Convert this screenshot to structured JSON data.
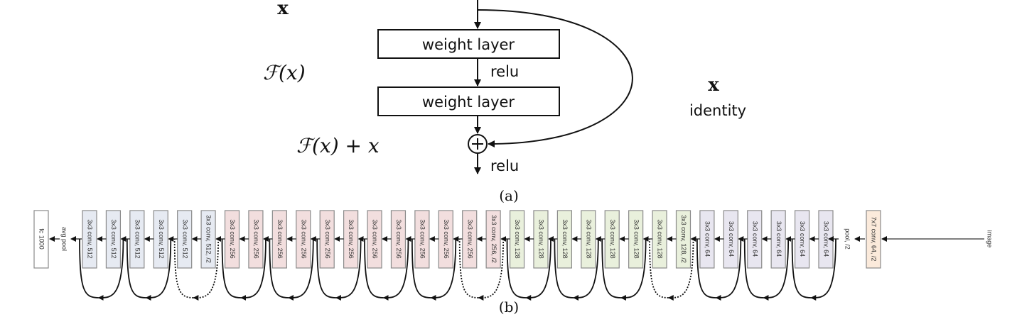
{
  "panel_a": {
    "input_label": "x",
    "layers": [
      {
        "label": "weight layer"
      },
      {
        "label": "weight layer"
      }
    ],
    "relu_mid": "relu",
    "relu_out": "relu",
    "residual_label": "ℱ(x)",
    "sum_label": "ℱ(x) + x",
    "skip_label_x": "x",
    "skip_label_identity": "identity",
    "add_symbol": "+",
    "caption": "(a)"
  },
  "panel_b": {
    "caption": "(b)",
    "input_label": "image",
    "stem": {
      "label": "7x7 conv, 64, /2",
      "color": "#fbeadb"
    },
    "pool_label": "pool, /2",
    "avgpool_label": "avg pool",
    "fc": {
      "label": "fc 1000",
      "color": "#ffffff"
    },
    "colors": {
      "stage64": "#e8e6f0",
      "stage128": "#e9f0dc",
      "stage256": "#f2dede",
      "stage512": "#e6eaf2",
      "border": "#8a8a8a",
      "arrow": "#111111"
    },
    "blocks_right_to_left": [
      {
        "label": "3x3 conv, 64",
        "stage": "stage64"
      },
      {
        "label": "3x3 conv, 64",
        "stage": "stage64"
      },
      {
        "label": "3x3 conv, 64",
        "stage": "stage64"
      },
      {
        "label": "3x3 conv, 64",
        "stage": "stage64"
      },
      {
        "label": "3x3 conv, 64",
        "stage": "stage64"
      },
      {
        "label": "3x3 conv, 64",
        "stage": "stage64"
      },
      {
        "label": "3x3 conv, 128, /2",
        "stage": "stage128"
      },
      {
        "label": "3x3 conv, 128",
        "stage": "stage128"
      },
      {
        "label": "3x3 conv, 128",
        "stage": "stage128"
      },
      {
        "label": "3x3 conv, 128",
        "stage": "stage128"
      },
      {
        "label": "3x3 conv, 128",
        "stage": "stage128"
      },
      {
        "label": "3x3 conv, 128",
        "stage": "stage128"
      },
      {
        "label": "3x3 conv, 128",
        "stage": "stage128"
      },
      {
        "label": "3x3 conv, 128",
        "stage": "stage128"
      },
      {
        "label": "3x3 conv, 256, /2",
        "stage": "stage256"
      },
      {
        "label": "3x3 conv, 256",
        "stage": "stage256"
      },
      {
        "label": "3x3 conv, 256",
        "stage": "stage256"
      },
      {
        "label": "3x3 conv, 256",
        "stage": "stage256"
      },
      {
        "label": "3x3 conv, 256",
        "stage": "stage256"
      },
      {
        "label": "3x3 conv, 256",
        "stage": "stage256"
      },
      {
        "label": "3x3 conv, 256",
        "stage": "stage256"
      },
      {
        "label": "3x3 conv, 256",
        "stage": "stage256"
      },
      {
        "label": "3x3 conv, 256",
        "stage": "stage256"
      },
      {
        "label": "3x3 conv, 256",
        "stage": "stage256"
      },
      {
        "label": "3x3 conv, 256",
        "stage": "stage256"
      },
      {
        "label": "3x3 conv, 256",
        "stage": "stage256"
      },
      {
        "label": "3x3 conv, 512, /2",
        "stage": "stage512"
      },
      {
        "label": "3x3 conv, 512",
        "stage": "stage512"
      },
      {
        "label": "3x3 conv, 512",
        "stage": "stage512"
      },
      {
        "label": "3x3 conv, 512",
        "stage": "stage512"
      },
      {
        "label": "3x3 conv, 512",
        "stage": "stage512"
      },
      {
        "label": "3x3 conv, 512",
        "stage": "stage512"
      }
    ],
    "shortcuts": [
      {
        "type": "identity"
      },
      {
        "type": "identity"
      },
      {
        "type": "identity"
      },
      {
        "type": "projection"
      },
      {
        "type": "identity"
      },
      {
        "type": "identity"
      },
      {
        "type": "identity"
      },
      {
        "type": "projection"
      },
      {
        "type": "identity"
      },
      {
        "type": "identity"
      },
      {
        "type": "identity"
      },
      {
        "type": "identity"
      },
      {
        "type": "identity"
      },
      {
        "type": "projection"
      },
      {
        "type": "identity"
      },
      {
        "type": "identity"
      }
    ]
  }
}
